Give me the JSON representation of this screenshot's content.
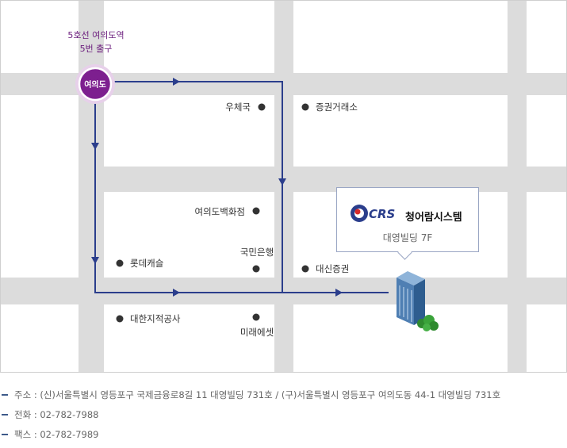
{
  "map": {
    "colors": {
      "road": "#dcdcdc",
      "block": "#ffffff",
      "route": "#2b3e8c",
      "station": "#7d1f8f",
      "marker": "#333333"
    },
    "exit_line1": "5호선 여의도역",
    "exit_line2": "5번 출구",
    "station_name": "여의도",
    "landmarks": {
      "post_office": "우체국",
      "stock_exchange": "증권거래소",
      "department_store": "여의도백화점",
      "kookmin_bank": "국민은행",
      "lotte_capital": "롯데캐슬",
      "daishin": "대신증권",
      "cadastral": "대한지적공사",
      "mirae": "미래에셋"
    },
    "company": {
      "logo_text": "CRS",
      "name": "청어람시스템",
      "floor": "대영빌딩 7F"
    },
    "icons": {
      "station": "subway-station-icon",
      "building": "office-building-icon",
      "marker": "landmark-dot-icon",
      "arrow": "route-arrow-icon"
    }
  },
  "info": {
    "address": "주소 : (신)서울특별시 영등포구 국제금융로8길 11 대영빌딩 731호 / (구)서울특별시 영등포구 여의도동 44-1 대영빌딩 731호",
    "phone": "전화 : 02-782-7988",
    "fax": "팩스 : 02-782-7989"
  }
}
